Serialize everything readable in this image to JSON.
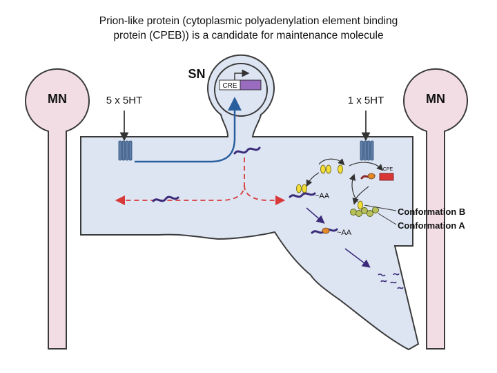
{
  "title": {
    "line1": "Prion-like protein (cytoplasmic polyadenylation element binding",
    "line2": "protein (CPEB)) is a candidate for maintenance molecule"
  },
  "diagram": {
    "left_neuron_label": "MN",
    "right_neuron_label": "MN",
    "sensory_neuron_label": "SN",
    "cre_label": "CRE",
    "left_stimulus": "5 x 5HT",
    "right_stimulus": "1 x 5HT",
    "cpe_label": "CPE",
    "polya_label_1": "~AA",
    "polya_label_2": "~AA",
    "conformation_b_label": "Conformation B",
    "conformation_a_label": "Conformation A"
  },
  "colors": {
    "neuron_fill": "#dde5f3",
    "motor_neuron_fill": "#f1dde3",
    "outline": "#3a3a3a",
    "promoter_box": "#9a6cc0",
    "transport_arrow": "#2a5f9e",
    "mrna": "#3a2a7a",
    "signal_dash": "#d83a3a",
    "protein_yellow": "#f0de36",
    "protein_orange": "#e28a2b",
    "cpe_box": "#d93636",
    "aggregate_green": "#b7c05a"
  },
  "icons": {
    "receptor": "serotonin-receptor-icon",
    "mrna": "mrna-strand-icon",
    "cpeb": "cpeb-protein-icon"
  }
}
